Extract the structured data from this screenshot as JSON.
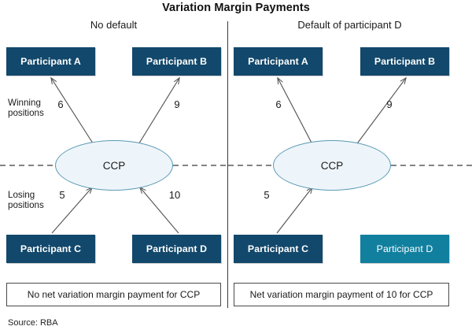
{
  "figure": {
    "title": "Variation Margin Payments",
    "source": "Source: RBA"
  },
  "panels": {
    "left": {
      "header": "No default",
      "caption": "No net variation margin payment for CCP",
      "ccp_label": "CCP",
      "side_labels": {
        "winning": "Winning positions",
        "losing": "Losing positions"
      },
      "nodes": {
        "top_left": "Participant A",
        "top_right": "Participant B",
        "bottom_left": "Participant C",
        "bottom_right": "Participant D"
      },
      "flows": {
        "ccp_to_a": "6",
        "ccp_to_b": "9",
        "c_to_ccp": "5",
        "d_to_ccp": "10"
      }
    },
    "right": {
      "header": "Default of participant D",
      "caption": "Net variation margin payment of 10 for CCP",
      "ccp_label": "CCP",
      "nodes": {
        "top_left": "Participant A",
        "top_right": "Participant B",
        "bottom_left": "Participant C",
        "bottom_right": "Participant D"
      },
      "flows": {
        "ccp_to_a": "6",
        "ccp_to_b": "9",
        "c_to_ccp": "5"
      }
    }
  },
  "colors": {
    "node_fill": "#12486b",
    "node_defaulted_fill": "#11809f",
    "ccp_fill": "#eef5fa",
    "ccp_stroke": "#5a9ab5",
    "arrow": "#555555",
    "divider": "#3a3a3a"
  }
}
